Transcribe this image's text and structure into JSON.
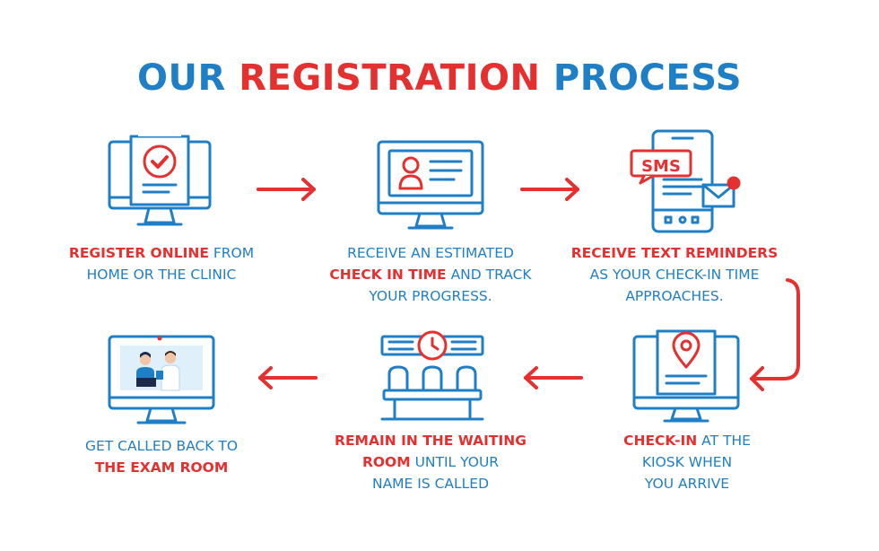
{
  "title": {
    "part1": "OUR",
    "part2": "REGISTRATION",
    "part3": "PROCESS"
  },
  "colors": {
    "blue": "#1f7fc6",
    "red": "#e53030"
  },
  "steps": [
    {
      "icon": "monitor-checkmark-document-icon",
      "lines": [
        {
          "highlight": "REGISTER ONLINE",
          "text": " FROM"
        },
        {
          "highlight": "",
          "text": "HOME OR THE CLINIC"
        }
      ]
    },
    {
      "icon": "monitor-profile-card-icon",
      "lines": [
        {
          "highlight": "",
          "text": "RECEIVE AN ESTIMATED"
        },
        {
          "highlight": "CHECK IN TIME",
          "text": " AND TRACK"
        },
        {
          "highlight": "",
          "text": "YOUR PROGRESS."
        }
      ]
    },
    {
      "icon": "smartphone-sms-icon",
      "sms_label": "SMS",
      "lines": [
        {
          "highlight": "RECEIVE TEXT REMINDERS",
          "text": ""
        },
        {
          "highlight": "",
          "text": "AS YOUR CHECK-IN TIME"
        },
        {
          "highlight": "",
          "text": "APPROACHES."
        }
      ]
    },
    {
      "icon": "kiosk-location-pin-icon",
      "lines": [
        {
          "highlight": "CHECK-IN",
          "text": " AT THE"
        },
        {
          "highlight": "",
          "text": "KIOSK WHEN"
        },
        {
          "highlight": "",
          "text": "YOU ARRIVE"
        }
      ]
    },
    {
      "icon": "waiting-room-chairs-icon",
      "lines": [
        {
          "highlight": "REMAIN IN THE WAITING",
          "text": ""
        },
        {
          "highlight": "ROOM",
          "text": " UNTIL YOUR"
        },
        {
          "highlight": "",
          "text": "NAME IS CALLED"
        }
      ]
    },
    {
      "icon": "monitor-doctor-patient-icon",
      "lines": [
        {
          "highlight": "",
          "text": "GET CALLED BACK TO"
        },
        {
          "highlight": "THE EXAM ROOM",
          "text": ""
        }
      ]
    }
  ]
}
